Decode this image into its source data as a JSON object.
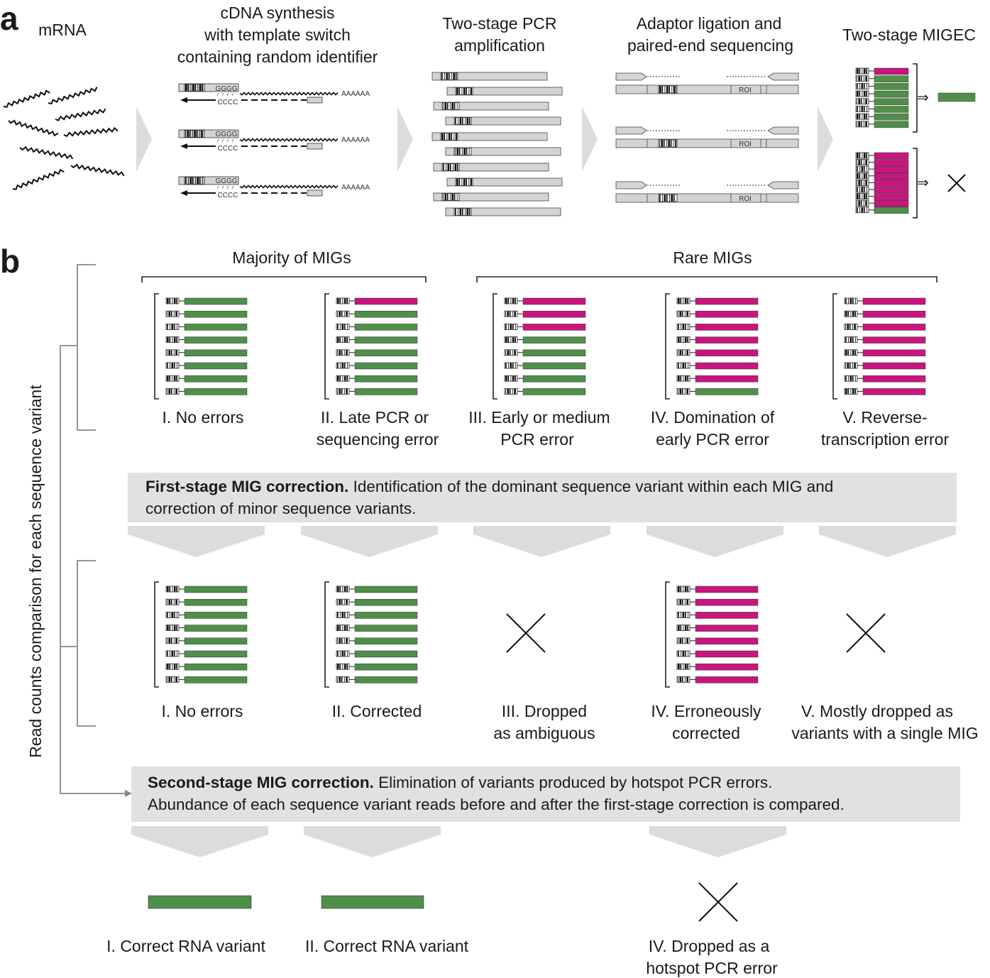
{
  "colors": {
    "green": "#4f8f4a",
    "magenta": "#c8167e",
    "gray_box": "#e1e1e1",
    "gray_arrow": "#dcdcdc",
    "bar_fill": "#d4d4d4",
    "line": "#888888"
  },
  "panel_a": {
    "label": "a",
    "steps": [
      {
        "lines": [
          "mRNA"
        ]
      },
      {
        "lines": [
          "cDNA synthesis",
          "with template switch",
          "containing random identifier"
        ]
      },
      {
        "lines": [
          "Two-stage PCR",
          "amplification"
        ]
      },
      {
        "lines": [
          "Adaptor ligation and",
          "paired-end sequencing"
        ]
      },
      {
        "lines": [
          "Two-stage MIGEC"
        ]
      }
    ],
    "cdna_labels": {
      "gggg": "GGGG",
      "cccc": "CCCC",
      "polya": "AAAAAA"
    },
    "roi_label": "ROI",
    "arrow_symbol": "⇒"
  },
  "panel_b": {
    "label": "b",
    "side_label": "Read counts comparison for each sequence variant",
    "group_labels": {
      "majority": "Majority of MIGs",
      "rare": "Rare MIGs"
    },
    "scenarios": [
      {
        "lines": [
          "I. No errors"
        ],
        "pattern": "GGGGGGGG"
      },
      {
        "lines": [
          "II. Late PCR or",
          "sequencing error"
        ],
        "pattern": "MGGGGGGG"
      },
      {
        "lines": [
          "III. Early or medium",
          "PCR error"
        ],
        "pattern": "MMMGGGGG"
      },
      {
        "lines": [
          "IV. Domination of",
          "early PCR error"
        ],
        "pattern": "MMMMMMMG"
      },
      {
        "lines": [
          "V. Reverse-",
          "transcription error"
        ],
        "pattern": "MMMMMMMM"
      }
    ],
    "first_stage": {
      "bold": "First-stage MIG correction.",
      "text1": " Identification of the dominant sequence variant within each MIG and",
      "text2": "correction of minor sequence variants."
    },
    "after_first": [
      {
        "lines": [
          "I. No errors"
        ],
        "pattern": "GGGGGGGG"
      },
      {
        "lines": [
          "II. Corrected"
        ],
        "pattern": "GGGGGGGG"
      },
      {
        "lines": [
          "III. Dropped",
          "as ambiguous"
        ],
        "pattern": "X"
      },
      {
        "lines": [
          "IV. Erroneously",
          "corrected"
        ],
        "pattern": "MMMMMMMM"
      },
      {
        "lines": [
          "V. Mostly dropped as",
          "variants with a single MIG"
        ],
        "pattern": "X"
      }
    ],
    "second_stage": {
      "bold": "Second-stage MIG correction.",
      "text1": " Elimination of variants produced by hotspot PCR errors.",
      "text2": "Abundance of each sequence variant reads before and after the first-stage correction is compared."
    },
    "final": [
      {
        "lines": [
          "I. Correct RNA variant"
        ],
        "pattern": "bar"
      },
      {
        "lines": [
          "II. Correct RNA variant"
        ],
        "pattern": "bar"
      },
      {
        "lines": [
          "IV. Dropped as a",
          "hotspot PCR error"
        ],
        "pattern": "X"
      }
    ]
  }
}
